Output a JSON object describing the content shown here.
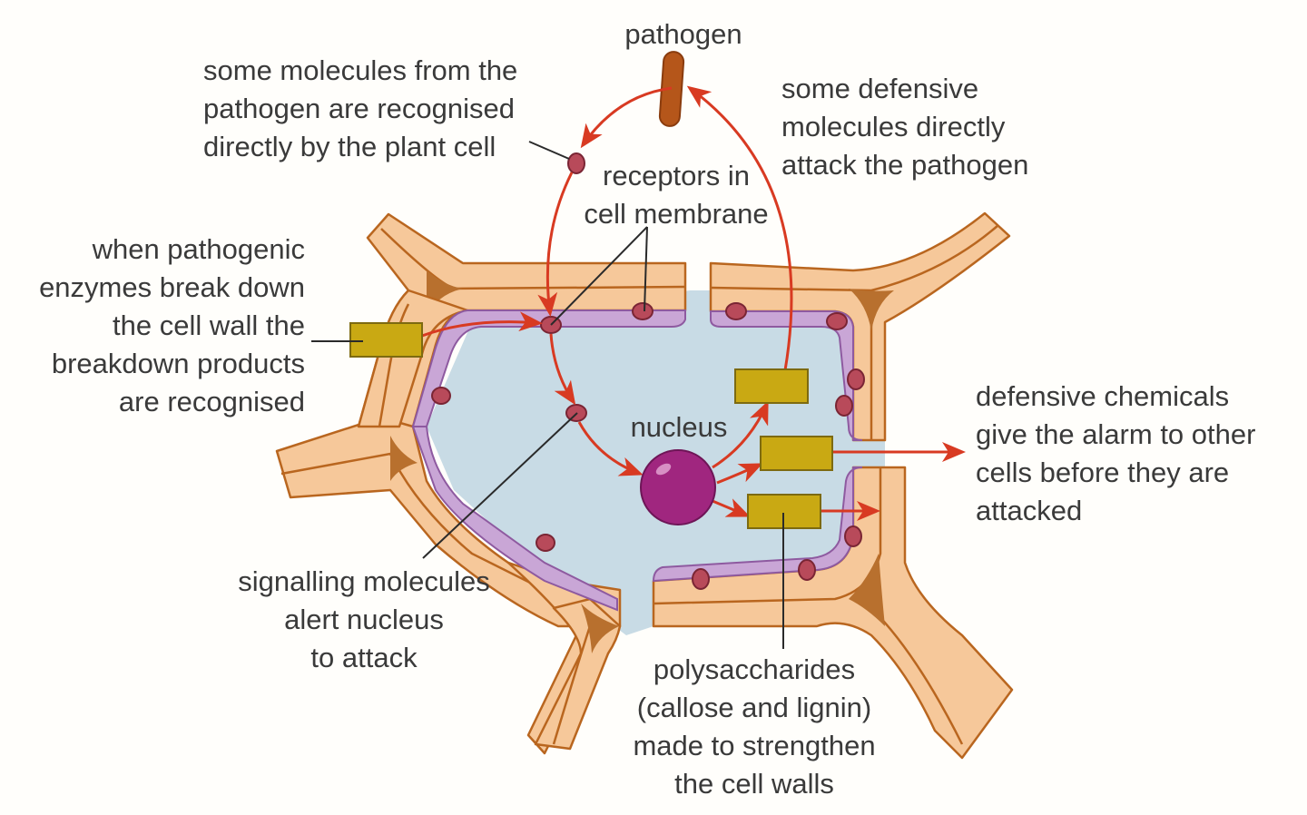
{
  "diagram": {
    "title": "Plant cell defence against pathogens",
    "labels": {
      "pathogen": [
        "pathogen"
      ],
      "recognised_directly": [
        "some molecules from the",
        "pathogen are recognised",
        "directly by the plant cell"
      ],
      "defensive_attack": [
        "some defensive",
        "molecules directly",
        "attack the pathogen"
      ],
      "receptors": [
        "receptors in",
        "cell membrane"
      ],
      "enzymes_breakdown": [
        "when pathogenic",
        "enzymes break down",
        "the cell wall the",
        "breakdown products",
        "are recognised"
      ],
      "nucleus": [
        "nucleus"
      ],
      "alarm": [
        "defensive chemicals",
        "give the alarm to other",
        "cells before they are",
        "attacked"
      ],
      "signalling": [
        "signalling molecules",
        "alert nucleus",
        "to attack"
      ],
      "polysaccharides": [
        "polysaccharides",
        "(callose and lignin)",
        "made to strengthen",
        "the cell walls"
      ]
    },
    "colors": {
      "cell_wall": "#f6c89a",
      "wall_outline": "#b9661f",
      "middle_lamella": "#b8702e",
      "membrane": "#c9a6d6",
      "cytoplasm": "#c8dbe5",
      "receptor": "#b84a5a",
      "nucleus": "#a0267f",
      "pathogen": "#b5561a",
      "product_box": "#c9a913",
      "arrow": "#d83a22"
    }
  }
}
